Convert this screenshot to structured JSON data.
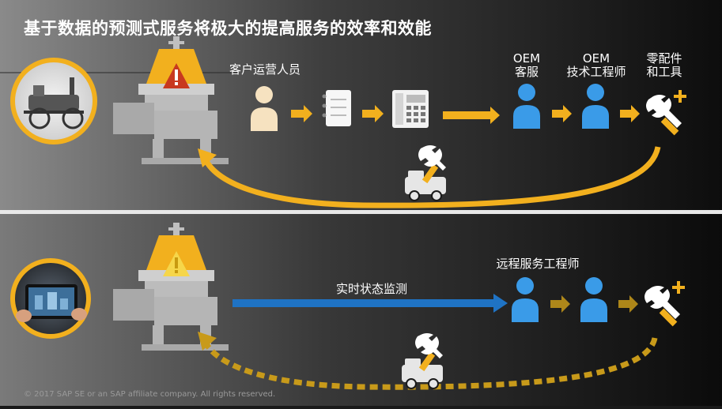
{
  "title": "基于数据的预测式服务将极大的提高服务的效率和效能",
  "top": {
    "customer_label": "客户运营人员",
    "oem_service_l1": "OEM",
    "oem_service_l2": "客服",
    "oem_engineer_l1": "OEM",
    "oem_engineer_l2": "技术工程师",
    "parts_l1": "零配件",
    "parts_l2": "和工具"
  },
  "bottom": {
    "monitor_label": "实时状态监测",
    "remote_label": "远程服务工程师"
  },
  "footer": "© 2017 SAP SE or an SAP affiliate company. All rights reserved.",
  "colors": {
    "accent": "#f2b01e",
    "person_blue": "#3a9be8",
    "person_cream": "#f6e2c0",
    "monitor_blue": "#1f73c4",
    "alert_red": "#c8391f"
  }
}
